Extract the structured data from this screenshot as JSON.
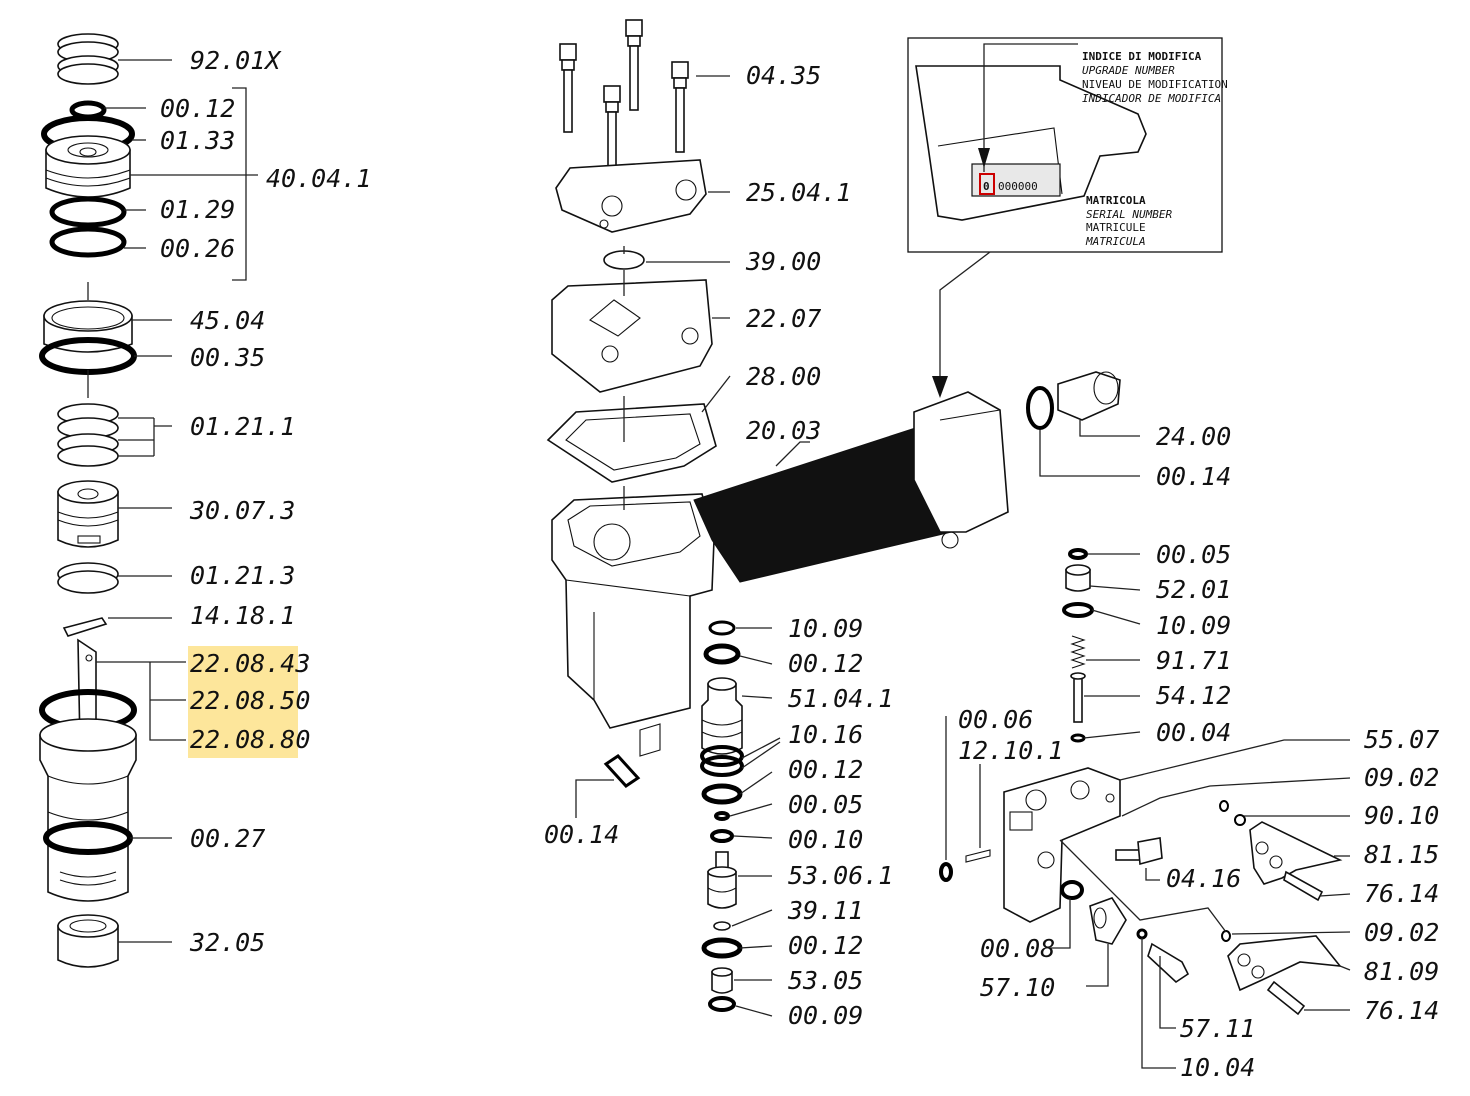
{
  "labels": {
    "l_92_01X": "92.01X",
    "l_00_12a": "00.12",
    "l_01_33": "01.33",
    "l_40_04_1": "40.04.1",
    "l_01_29": "01.29",
    "l_00_26": "00.26",
    "l_45_04": "45.04",
    "l_00_35": "00.35",
    "l_01_21_1": "01.21.1",
    "l_30_07_3": "30.07.3",
    "l_01_21_3": "01.21.3",
    "l_14_18_1": "14.18.1",
    "l_22_08_43": "22.08.43",
    "l_22_08_50": "22.08.50",
    "l_22_08_80": "22.08.80",
    "l_00_27": "00.27",
    "l_32_05": "32.05",
    "l_04_35": "04.35",
    "l_25_04_1": "25.04.1",
    "l_39_00": "39.00",
    "l_22_07": "22.07",
    "l_28_00": "28.00",
    "l_20_03": "20.03",
    "l_24_00": "24.00",
    "l_00_14a": "00.14",
    "l_00_14b": "00.14",
    "l_10_09a": "10.09",
    "l_00_12b": "00.12",
    "l_51_04_1": "51.04.1",
    "l_10_16": "10.16",
    "l_00_12c": "00.12",
    "l_00_05a": "00.05",
    "l_00_10": "00.10",
    "l_53_06_1": "53.06.1",
    "l_39_11": "39.11",
    "l_00_12d": "00.12",
    "l_53_05": "53.05",
    "l_00_09": "00.09",
    "l_00_05b": "00.05",
    "l_52_01": "52.01",
    "l_10_09b": "10.09",
    "l_91_71": "91.71",
    "l_54_12": "54.12",
    "l_00_04": "00.04",
    "l_00_06": "00.06",
    "l_12_10_1": "12.10.1",
    "l_55_07": "55.07",
    "l_09_02a": "09.02",
    "l_90_10": "90.10",
    "l_81_15": "81.15",
    "l_04_16": "04.16",
    "l_76_14a": "76.14",
    "l_09_02b": "09.02",
    "l_00_08": "00.08",
    "l_81_09": "81.09",
    "l_57_10": "57.10",
    "l_76_14b": "76.14",
    "l_57_11": "57.11",
    "l_10_04": "10.04"
  },
  "inset": {
    "title": "INDICE DI MODIFICA",
    "title_en": "UPGRADE NUMBER",
    "title_fr": "NIVEAU DE MODIFICATION",
    "title_es": "INDICADOR DE MODIFICA",
    "serial_title": "MATRICOLA",
    "serial_en": "SERIAL NUMBER",
    "serial_fr": "MATRICULE",
    "serial_es": "MATRICULA",
    "upgrade_digit": "0",
    "serial_digits": "000000"
  },
  "colors": {
    "highlight": "#fde69b",
    "upgrade_marker": "#cc0000"
  }
}
